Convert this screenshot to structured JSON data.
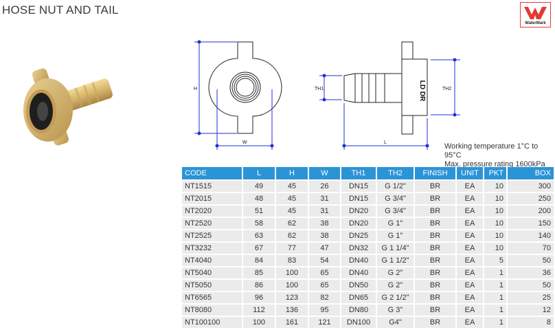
{
  "title": "HOSE NUT AND TAIL",
  "logo": {
    "text": "WaterMark",
    "color": "#e53935"
  },
  "diagram": {
    "labels": {
      "h": "H",
      "w": "W",
      "th1": "TH1",
      "th2": "TH2",
      "l": "L",
      "stamp": "LD DR"
    },
    "dimension_color": "#1f2fd6"
  },
  "notes": [
    "Working temperature 1°C to 95°C",
    "Max. pressure rating 1600kPa"
  ],
  "table": {
    "header_color": "#2b94d6",
    "columns": [
      "CODE",
      "L",
      "H",
      "W",
      "TH1",
      "TH2",
      "FINISH",
      "UNIT",
      "PKT",
      "BOX"
    ],
    "rows": [
      [
        "NT1515",
        "49",
        "45",
        "26",
        "DN15",
        "G 1/2\"",
        "BR",
        "EA",
        "10",
        "300"
      ],
      [
        "NT2015",
        "48",
        "45",
        "31",
        "DN15",
        "G 3/4\"",
        "BR",
        "EA",
        "10",
        "250"
      ],
      [
        "NT2020",
        "51",
        "45",
        "31",
        "DN20",
        "G 3/4\"",
        "BR",
        "EA",
        "10",
        "200"
      ],
      [
        "NT2520",
        "58",
        "62",
        "38",
        "DN20",
        "G 1\"",
        "BR",
        "EA",
        "10",
        "150"
      ],
      [
        "NT2525",
        "63",
        "62",
        "38",
        "DN25",
        "G 1\"",
        "BR",
        "EA",
        "10",
        "140"
      ],
      [
        "NT3232",
        "67",
        "77",
        "47",
        "DN32",
        "G 1 1/4\"",
        "BR",
        "EA",
        "10",
        "70"
      ],
      [
        "NT4040",
        "84",
        "83",
        "54",
        "DN40",
        "G 1 1/2\"",
        "BR",
        "EA",
        "5",
        "50"
      ],
      [
        "NT5040",
        "85",
        "100",
        "65",
        "DN40",
        "G 2\"",
        "BR",
        "EA",
        "1",
        "36"
      ],
      [
        "NT5050",
        "86",
        "100",
        "65",
        "DN50",
        "G 2\"",
        "BR",
        "EA",
        "1",
        "50"
      ],
      [
        "NT6565",
        "96",
        "123",
        "82",
        "DN65",
        "G 2 1/2\"",
        "BR",
        "EA",
        "1",
        "25"
      ],
      [
        "NT8080",
        "112",
        "136",
        "95",
        "DN80",
        "G 3\"",
        "BR",
        "EA",
        "1",
        "12"
      ],
      [
        "NT100100",
        "100",
        "161",
        "121",
        "DN100",
        "G4\"",
        "BR",
        "EA",
        "1",
        "8"
      ]
    ]
  }
}
